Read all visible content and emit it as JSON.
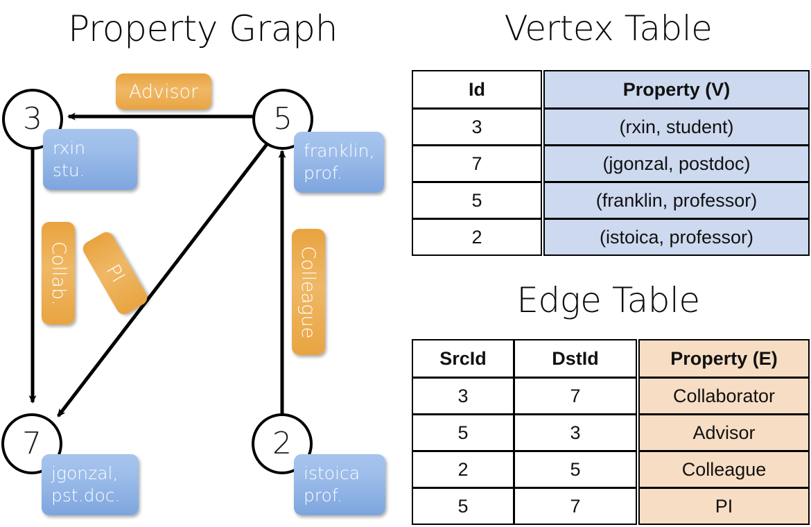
{
  "titles": {
    "property_graph": "Property Graph",
    "vertex_table": "Vertex Table",
    "edge_table": "Edge Table"
  },
  "colors": {
    "node_stroke": "#000000",
    "vertex_prop_fill": "#ccd9ef",
    "edge_prop_fill": "#f6ddc4",
    "blue_box": "#9dbdea",
    "orange_box": "#eaa848",
    "text_on_box": "#ffffff"
  },
  "graph": {
    "nodes": [
      {
        "id": "3",
        "prop_lines": "rxin\nstu."
      },
      {
        "id": "5",
        "prop_lines": "franklin,\nprof."
      },
      {
        "id": "7",
        "prop_lines": "jgonzal,\npst.doc."
      },
      {
        "id": "2",
        "prop_lines": "istoica\nprof."
      }
    ],
    "edge_labels": [
      {
        "name": "advisor",
        "text": "Advisor"
      },
      {
        "name": "collab",
        "text": "Collab."
      },
      {
        "name": "pi",
        "text": "PI"
      },
      {
        "name": "colleague",
        "text": "Colleague"
      }
    ]
  },
  "chart_data": {
    "type": "diagram",
    "title": "Property Graph",
    "nodes": [
      {
        "id": "3",
        "label": "rxin, stu."
      },
      {
        "id": "5",
        "label": "franklin, prof."
      },
      {
        "id": "7",
        "label": "jgonzal, pst.doc."
      },
      {
        "id": "2",
        "label": "istoica, prof."
      }
    ],
    "edges": [
      {
        "src": "3",
        "dst": "7",
        "label": "Collab."
      },
      {
        "src": "5",
        "dst": "3",
        "label": "Advisor"
      },
      {
        "src": "2",
        "dst": "5",
        "label": "Colleague"
      },
      {
        "src": "5",
        "dst": "7",
        "label": "PI"
      }
    ]
  },
  "vertex_table": {
    "title": "Vertex Table",
    "headers": [
      "Id",
      "Property (V)"
    ],
    "rows": [
      {
        "id": "3",
        "property": "(rxin, student)"
      },
      {
        "id": "7",
        "property": "(jgonzal, postdoc)"
      },
      {
        "id": "5",
        "property": "(franklin, professor)"
      },
      {
        "id": "2",
        "property": "(istoica, professor)"
      }
    ]
  },
  "edge_table": {
    "title": "Edge Table",
    "headers": [
      "SrcId",
      "DstId",
      "Property (E)"
    ],
    "rows": [
      {
        "src": "3",
        "dst": "7",
        "property": "Collaborator"
      },
      {
        "src": "5",
        "dst": "3",
        "property": "Advisor"
      },
      {
        "src": "2",
        "dst": "5",
        "property": "Colleague"
      },
      {
        "src": "5",
        "dst": "7",
        "property": "PI"
      }
    ]
  }
}
